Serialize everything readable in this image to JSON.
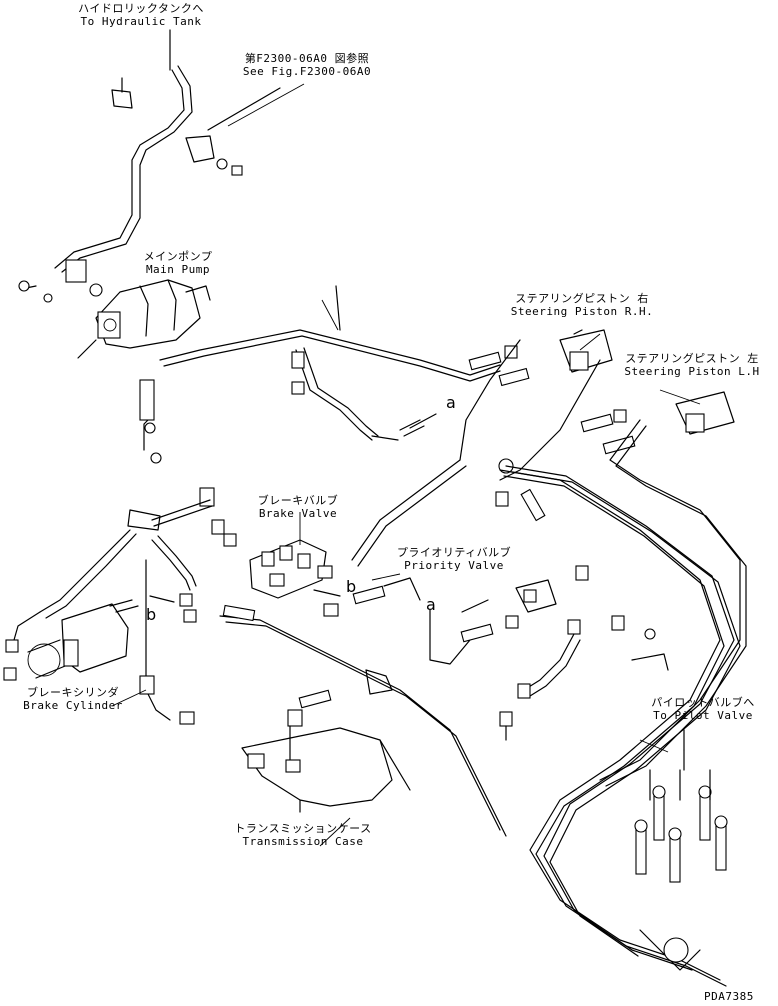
{
  "labels": {
    "hydraulic_tank": {
      "jp": "ハイドロリックタンクへ",
      "en": "To Hydraulic Tank"
    },
    "see_fig": {
      "jp": "第F2300-06A0 図参照",
      "en": "See Fig.F2300-06A0"
    },
    "main_pump": {
      "jp": "メインポンプ",
      "en": "Main Pump"
    },
    "steering_rh": {
      "jp": "ステアリングピストン 右",
      "en": "Steering Piston R.H."
    },
    "steering_lh": {
      "jp": "ステアリングピストン 左",
      "en": "Steering Piston L.H"
    },
    "brake_valve": {
      "jp": "ブレーキバルブ",
      "en": "Brake Valve"
    },
    "priority_valve": {
      "jp": "プライオリティバルブ",
      "en": "Priority Valve"
    },
    "brake_cylinder": {
      "jp": "ブレーキシリンダ",
      "en": "Brake Cylinder"
    },
    "pilot_valve": {
      "jp": "パイロットバルブへ",
      "en": "To Pilot Valve"
    },
    "transmission_case": {
      "jp": "トランスミッションケース",
      "en": "Transmission Case"
    }
  },
  "markers": {
    "a1": "a",
    "a2": "a",
    "b1": "b",
    "b2": "b"
  },
  "drawing_id": "PDA7385"
}
